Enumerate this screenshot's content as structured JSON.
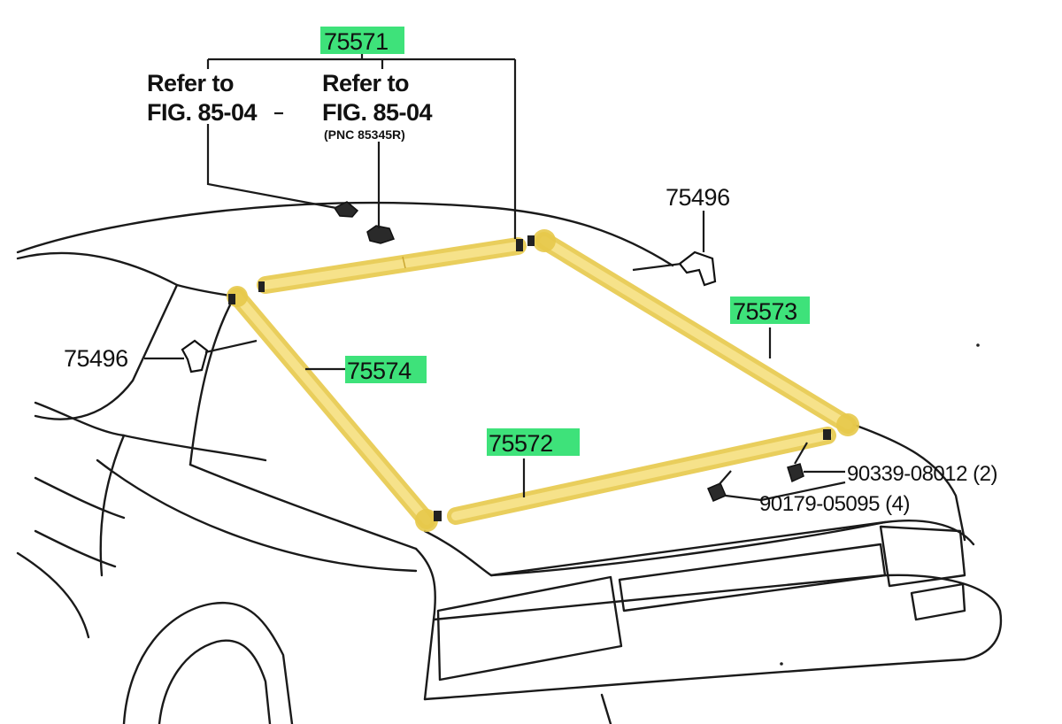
{
  "diagram": {
    "references": [
      {
        "line1": "Refer to",
        "line2": "FIG. 85-04",
        "note": ""
      },
      {
        "line1": "Refer to",
        "line2": "FIG. 85-04",
        "note": "(PNC 85345R)"
      }
    ],
    "parts": {
      "p75571": {
        "number": "75571",
        "highlighted": true
      },
      "p75573": {
        "number": "75573",
        "highlighted": true
      },
      "p75574": {
        "number": "75574",
        "highlighted": true
      },
      "p75572": {
        "number": "75572",
        "highlighted": true
      },
      "p75496_right": {
        "number": "75496",
        "highlighted": false
      },
      "p75496_left": {
        "number": "75496",
        "highlighted": false
      },
      "p90339": {
        "number": "90339-08012 (2)",
        "highlighted": false
      },
      "p90179": {
        "number": "90179-05095 (4)",
        "highlighted": false
      }
    },
    "colors": {
      "highlight": "#3ee27a",
      "molding": "#e7c94a",
      "line": "#1a1a1a"
    }
  }
}
